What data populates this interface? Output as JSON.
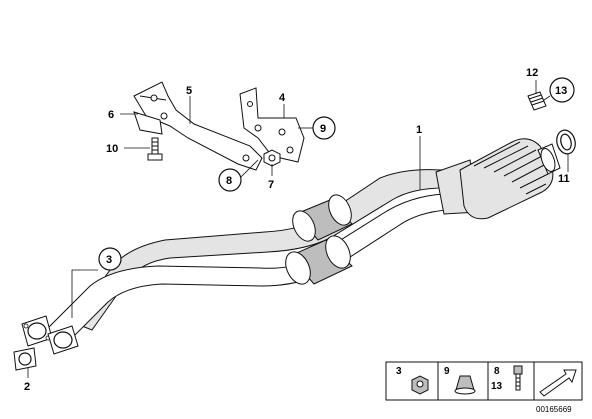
{
  "callouts": {
    "c1": "1",
    "c2": "2",
    "c3": "3",
    "c4": "4",
    "c5": "5",
    "c6": "6",
    "c7": "7",
    "c8": "8",
    "c9": "9",
    "c10": "10",
    "c11": "11",
    "c12": "12",
    "c13": "13"
  },
  "legend": {
    "item3": "3",
    "item9": "9",
    "item8": "8",
    "item13": "13"
  },
  "doc_number": "00165669"
}
